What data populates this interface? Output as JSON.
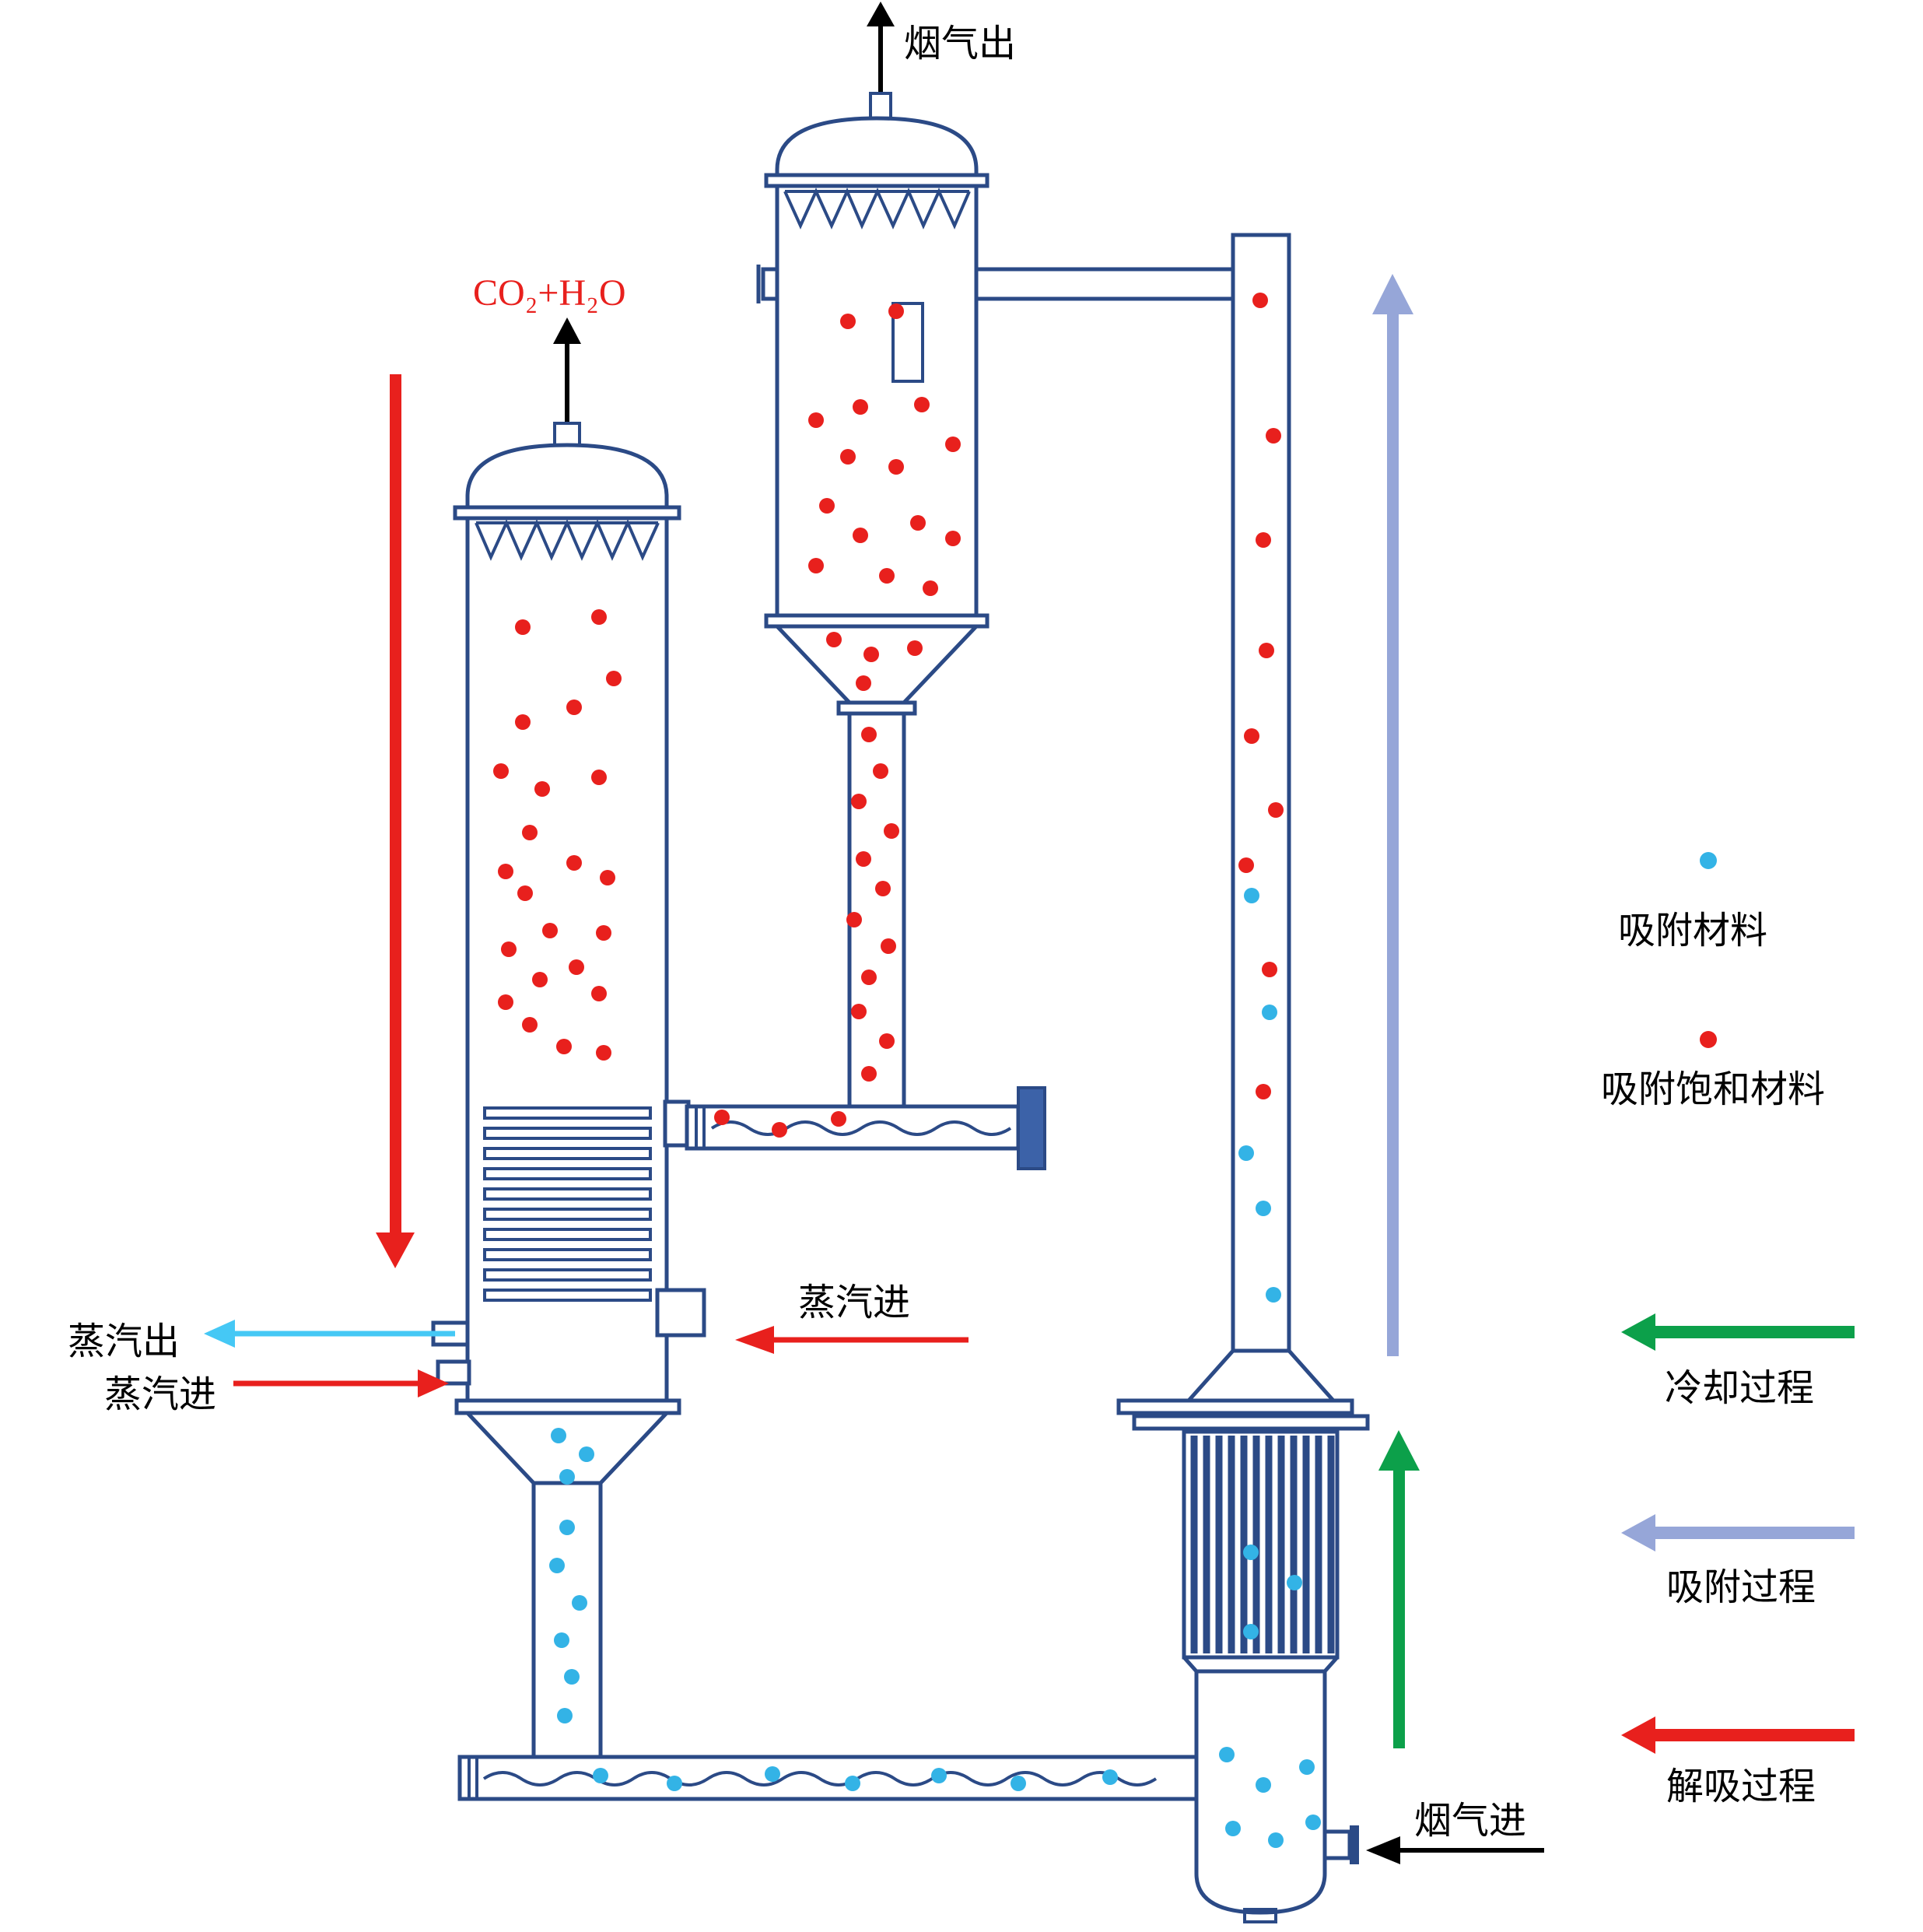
{
  "colors": {
    "background": "#ffffff",
    "outline": "#2b4a86",
    "red": "#e8201d",
    "blue_dot": "#33b3e6",
    "cyan": "#45c8f5",
    "green": "#0ca04a",
    "periwinkle": "#96a6d8",
    "motor_fill": "#3c62a8",
    "black": "#000000"
  },
  "labels": {
    "flue_gas_out": "烟气出",
    "co2_h2o": "CO₂+H₂O",
    "steam_in_mid": "蒸汽进",
    "steam_out_left": "蒸汽出",
    "steam_in_left": "蒸汽进",
    "flue_gas_in": "烟气进"
  },
  "legend": {
    "adsorbent_label": "吸附材料",
    "saturated_label": "吸附饱和材料",
    "cooling_label": "冷却过程",
    "adsorption_label": "吸附过程",
    "desorption_label": "解吸过程"
  },
  "dots": {
    "desorber_red": [
      [
        672,
        806
      ],
      [
        770,
        793
      ],
      [
        789,
        872
      ],
      [
        672,
        928
      ],
      [
        738,
        909
      ],
      [
        644,
        991
      ],
      [
        697,
        1014
      ],
      [
        770,
        999
      ],
      [
        681,
        1070
      ],
      [
        650,
        1120
      ],
      [
        738,
        1109
      ],
      [
        781,
        1128
      ],
      [
        675,
        1148
      ],
      [
        707,
        1196
      ],
      [
        654,
        1220
      ],
      [
        776,
        1199
      ],
      [
        694,
        1259
      ],
      [
        741,
        1243
      ],
      [
        650,
        1288
      ],
      [
        770,
        1277
      ],
      [
        681,
        1317
      ],
      [
        725,
        1345
      ],
      [
        776,
        1353
      ]
    ],
    "adsorber_red": [
      [
        1090,
        413
      ],
      [
        1152,
        400
      ],
      [
        1049,
        540
      ],
      [
        1106,
        523
      ],
      [
        1185,
        520
      ],
      [
        1225,
        571
      ],
      [
        1090,
        587
      ],
      [
        1152,
        600
      ],
      [
        1063,
        650
      ],
      [
        1106,
        688
      ],
      [
        1180,
        672
      ],
      [
        1225,
        692
      ],
      [
        1049,
        727
      ],
      [
        1140,
        740
      ],
      [
        1196,
        756
      ]
    ],
    "adsorber_funnel_red": [
      [
        1072,
        822
      ],
      [
        1120,
        841
      ],
      [
        1176,
        833
      ],
      [
        1110,
        878
      ]
    ],
    "drop_pipe_red": [
      [
        1117,
        944
      ],
      [
        1132,
        991
      ],
      [
        1104,
        1030
      ],
      [
        1146,
        1068
      ],
      [
        1110,
        1104
      ],
      [
        1135,
        1142
      ],
      [
        1098,
        1182
      ],
      [
        1142,
        1216
      ],
      [
        1117,
        1256
      ],
      [
        1104,
        1300
      ],
      [
        1140,
        1338
      ],
      [
        1117,
        1380
      ]
    ],
    "upper_conveyor_red": [
      [
        928,
        1436
      ],
      [
        1002,
        1452
      ],
      [
        1078,
        1438
      ]
    ],
    "riser_red": [
      [
        1620,
        386
      ],
      [
        1637,
        560
      ],
      [
        1624,
        694
      ],
      [
        1628,
        836
      ],
      [
        1609,
        946
      ],
      [
        1640,
        1041
      ],
      [
        1602,
        1112
      ],
      [
        1632,
        1246
      ],
      [
        1624,
        1403
      ]
    ],
    "riser_blue": [
      [
        1609,
        1151
      ],
      [
        1632,
        1301
      ],
      [
        1602,
        1482
      ],
      [
        1624,
        1553
      ],
      [
        1637,
        1664
      ]
    ],
    "desorber_funnel_blue": [
      [
        718,
        1845
      ],
      [
        754,
        1869
      ],
      [
        729,
        1898
      ]
    ],
    "desorber_pipe_blue": [
      [
        729,
        1963
      ],
      [
        716,
        2012
      ],
      [
        745,
        2060
      ],
      [
        722,
        2108
      ],
      [
        735,
        2155
      ],
      [
        726,
        2205
      ]
    ],
    "lower_conveyor_blue": [
      [
        772,
        2282
      ],
      [
        867,
        2292
      ],
      [
        993,
        2280
      ],
      [
        1096,
        2292
      ],
      [
        1207,
        2282
      ],
      [
        1309,
        2292
      ],
      [
        1427,
        2284
      ]
    ],
    "cooler_blue": [
      [
        1608,
        1995
      ],
      [
        1664,
        2034
      ],
      [
        1608,
        2097
      ]
    ],
    "vessel_blue": [
      [
        1577,
        2255
      ],
      [
        1624,
        2294
      ],
      [
        1680,
        2271
      ],
      [
        1585,
        2350
      ],
      [
        1640,
        2365
      ],
      [
        1688,
        2342
      ]
    ]
  }
}
